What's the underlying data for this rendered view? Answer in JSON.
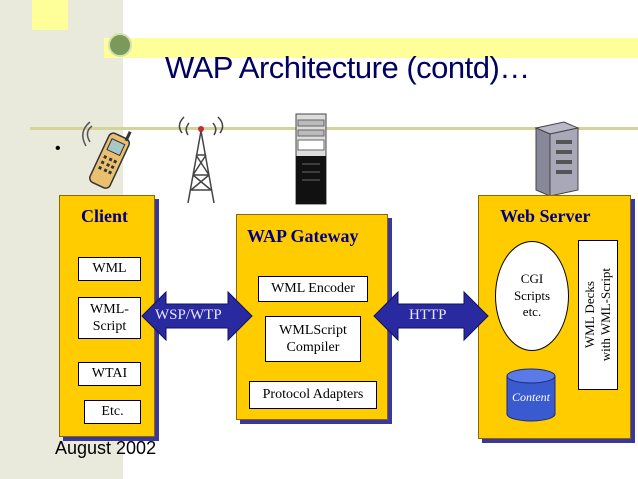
{
  "slide": {
    "title": "WAP Architecture (contd)…",
    "bullet": "•",
    "footer_date": "August 2002"
  },
  "diagram": {
    "client": {
      "label": "Client",
      "items": [
        "WML",
        "WML-\nScript",
        "WTAI",
        "Etc."
      ]
    },
    "gateway": {
      "label": "WAP Gateway",
      "items": [
        "WML Encoder",
        "WMLScript\nCompiler",
        "Protocol Adapters"
      ]
    },
    "webserver": {
      "label": "Web Server",
      "cgi": "CGI\nScripts\netc.",
      "content": "Content",
      "decks": "WML Decks\nwith WML-Script"
    },
    "connections": {
      "client_gateway": "WSP/WTP",
      "gateway_server": "HTTP"
    }
  },
  "colors": {
    "box_fill": "#ffcc00",
    "box_shadow": "#3838a0",
    "arrow": "#2a2aa0",
    "title": "#000060",
    "label": "#000080",
    "cylinder": "#3a5ad0"
  },
  "icons": [
    "cell-phone-icon",
    "radio-tower-icon",
    "gateway-server-icon",
    "web-server-icon",
    "globe-logo-icon"
  ]
}
